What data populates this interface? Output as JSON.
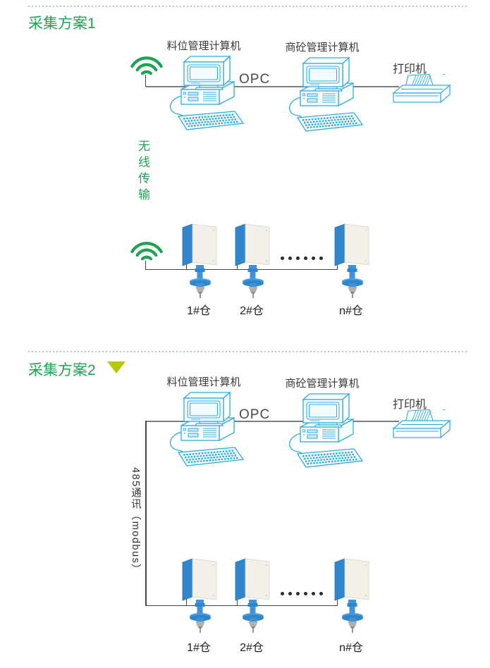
{
  "colors": {
    "title_green": "#1fa352",
    "wifi_green": "#1fa352",
    "device_blue": "#29abe2",
    "sensor_blue": "#2f86cc",
    "sensor_face": "#f4f0e8",
    "triangle_yellow_green": "#b6c806",
    "connector_gray": "#7d7d7d"
  },
  "scheme1": {
    "title": "采集方案1",
    "computers": [
      {
        "label": "料位管理计算机"
      },
      {
        "label": "商砼管理计算机"
      }
    ],
    "link_label": "OPC",
    "printer_label": "打印机",
    "wireless_label": "无线传输",
    "silos": [
      {
        "label": "1#仓"
      },
      {
        "label": "2#仓"
      },
      {
        "label": "n#仓"
      }
    ]
  },
  "scheme2": {
    "title": "采集方案2",
    "computers": [
      {
        "label": "料位管理计算机"
      },
      {
        "label": "商砼管理计算机"
      }
    ],
    "link_label": "OPC",
    "printer_label": "打印机",
    "bus_label": "485通讯（modbus）",
    "silos": [
      {
        "label": "1#仓"
      },
      {
        "label": "2#仓"
      },
      {
        "label": "n#仓"
      }
    ]
  }
}
